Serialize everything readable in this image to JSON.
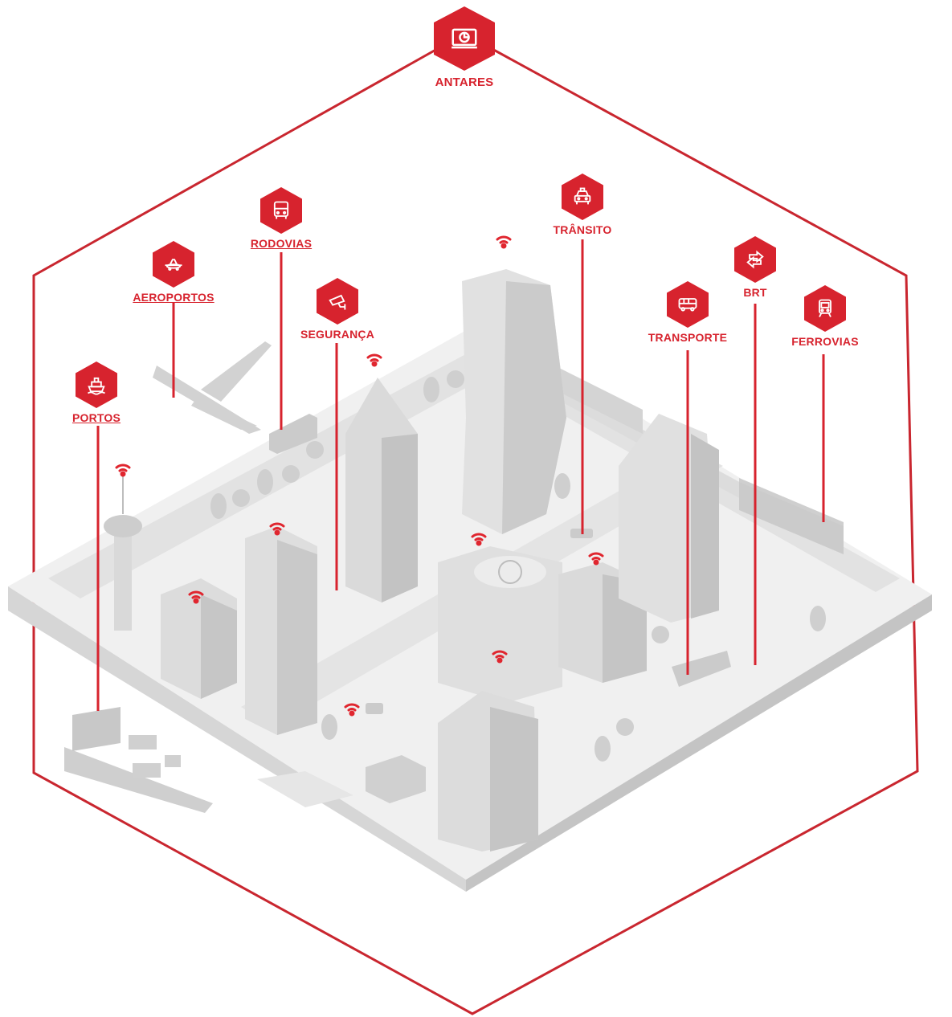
{
  "brand": {
    "accent": "#d7232e",
    "frame": "#c9262f",
    "building": "#d9d9d9",
    "ground": "#eeeeee"
  },
  "hubs": {
    "antares": {
      "label": "ANTARES",
      "icon": "dashboard-screen-icon"
    },
    "rodovias": {
      "label": "RODOVIAS",
      "icon": "truck-icon"
    },
    "aeroportos": {
      "label": "AEROPORTOS",
      "icon": "airplane-icon"
    },
    "seguranca": {
      "label": "SEGURANÇA",
      "icon": "security-camera-icon"
    },
    "portos": {
      "label": "PORTOS",
      "icon": "ship-icon"
    },
    "transito": {
      "label": "TRÂNSITO",
      "icon": "taxi-icon"
    },
    "brt": {
      "label": "BRT",
      "icon": "swap-arrows-icon"
    },
    "transporte": {
      "label": "TRANSPORTE",
      "icon": "bus-icon"
    },
    "ferrovias": {
      "label": "FERROVIAS",
      "icon": "train-icon"
    }
  }
}
